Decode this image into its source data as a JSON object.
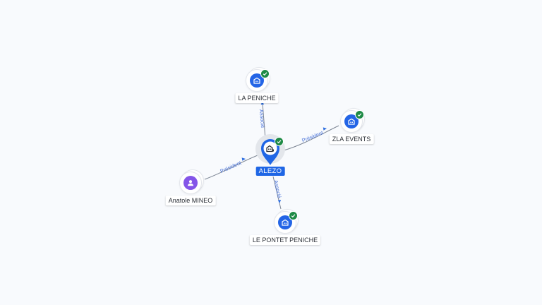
{
  "graph": {
    "center": {
      "name": "ALEZO",
      "icon": "company-building-icon",
      "verified": true,
      "accent": "#1f66e5"
    },
    "nodes": [
      {
        "name": "LA PENICHE",
        "type": "company",
        "icon": "company-building-icon",
        "verified": true
      },
      {
        "name": "ZLA EVENTS",
        "type": "company",
        "icon": "company-building-icon",
        "verified": true
      },
      {
        "name": "LE PONTET PENICHE",
        "type": "company",
        "icon": "company-building-icon",
        "verified": true
      },
      {
        "name": "Anatole MINEO",
        "type": "person",
        "icon": "person-icon",
        "verified": false
      }
    ],
    "edges": [
      {
        "label": "Associé",
        "from": "ALEZO",
        "to": "LA PENICHE"
      },
      {
        "label": "Président",
        "from": "ALEZO",
        "to": "ZLA EVENTS"
      },
      {
        "label": "Associé",
        "from": "ALEZO",
        "to": "LE PONTET PENICHE"
      },
      {
        "label": "Président",
        "from": "Anatole MINEO",
        "to": "ALEZO"
      }
    ],
    "colors": {
      "company": "#2465e6",
      "person": "#8455e8",
      "verified": "#1e8a46",
      "edge_label": "#4a73d9"
    }
  }
}
